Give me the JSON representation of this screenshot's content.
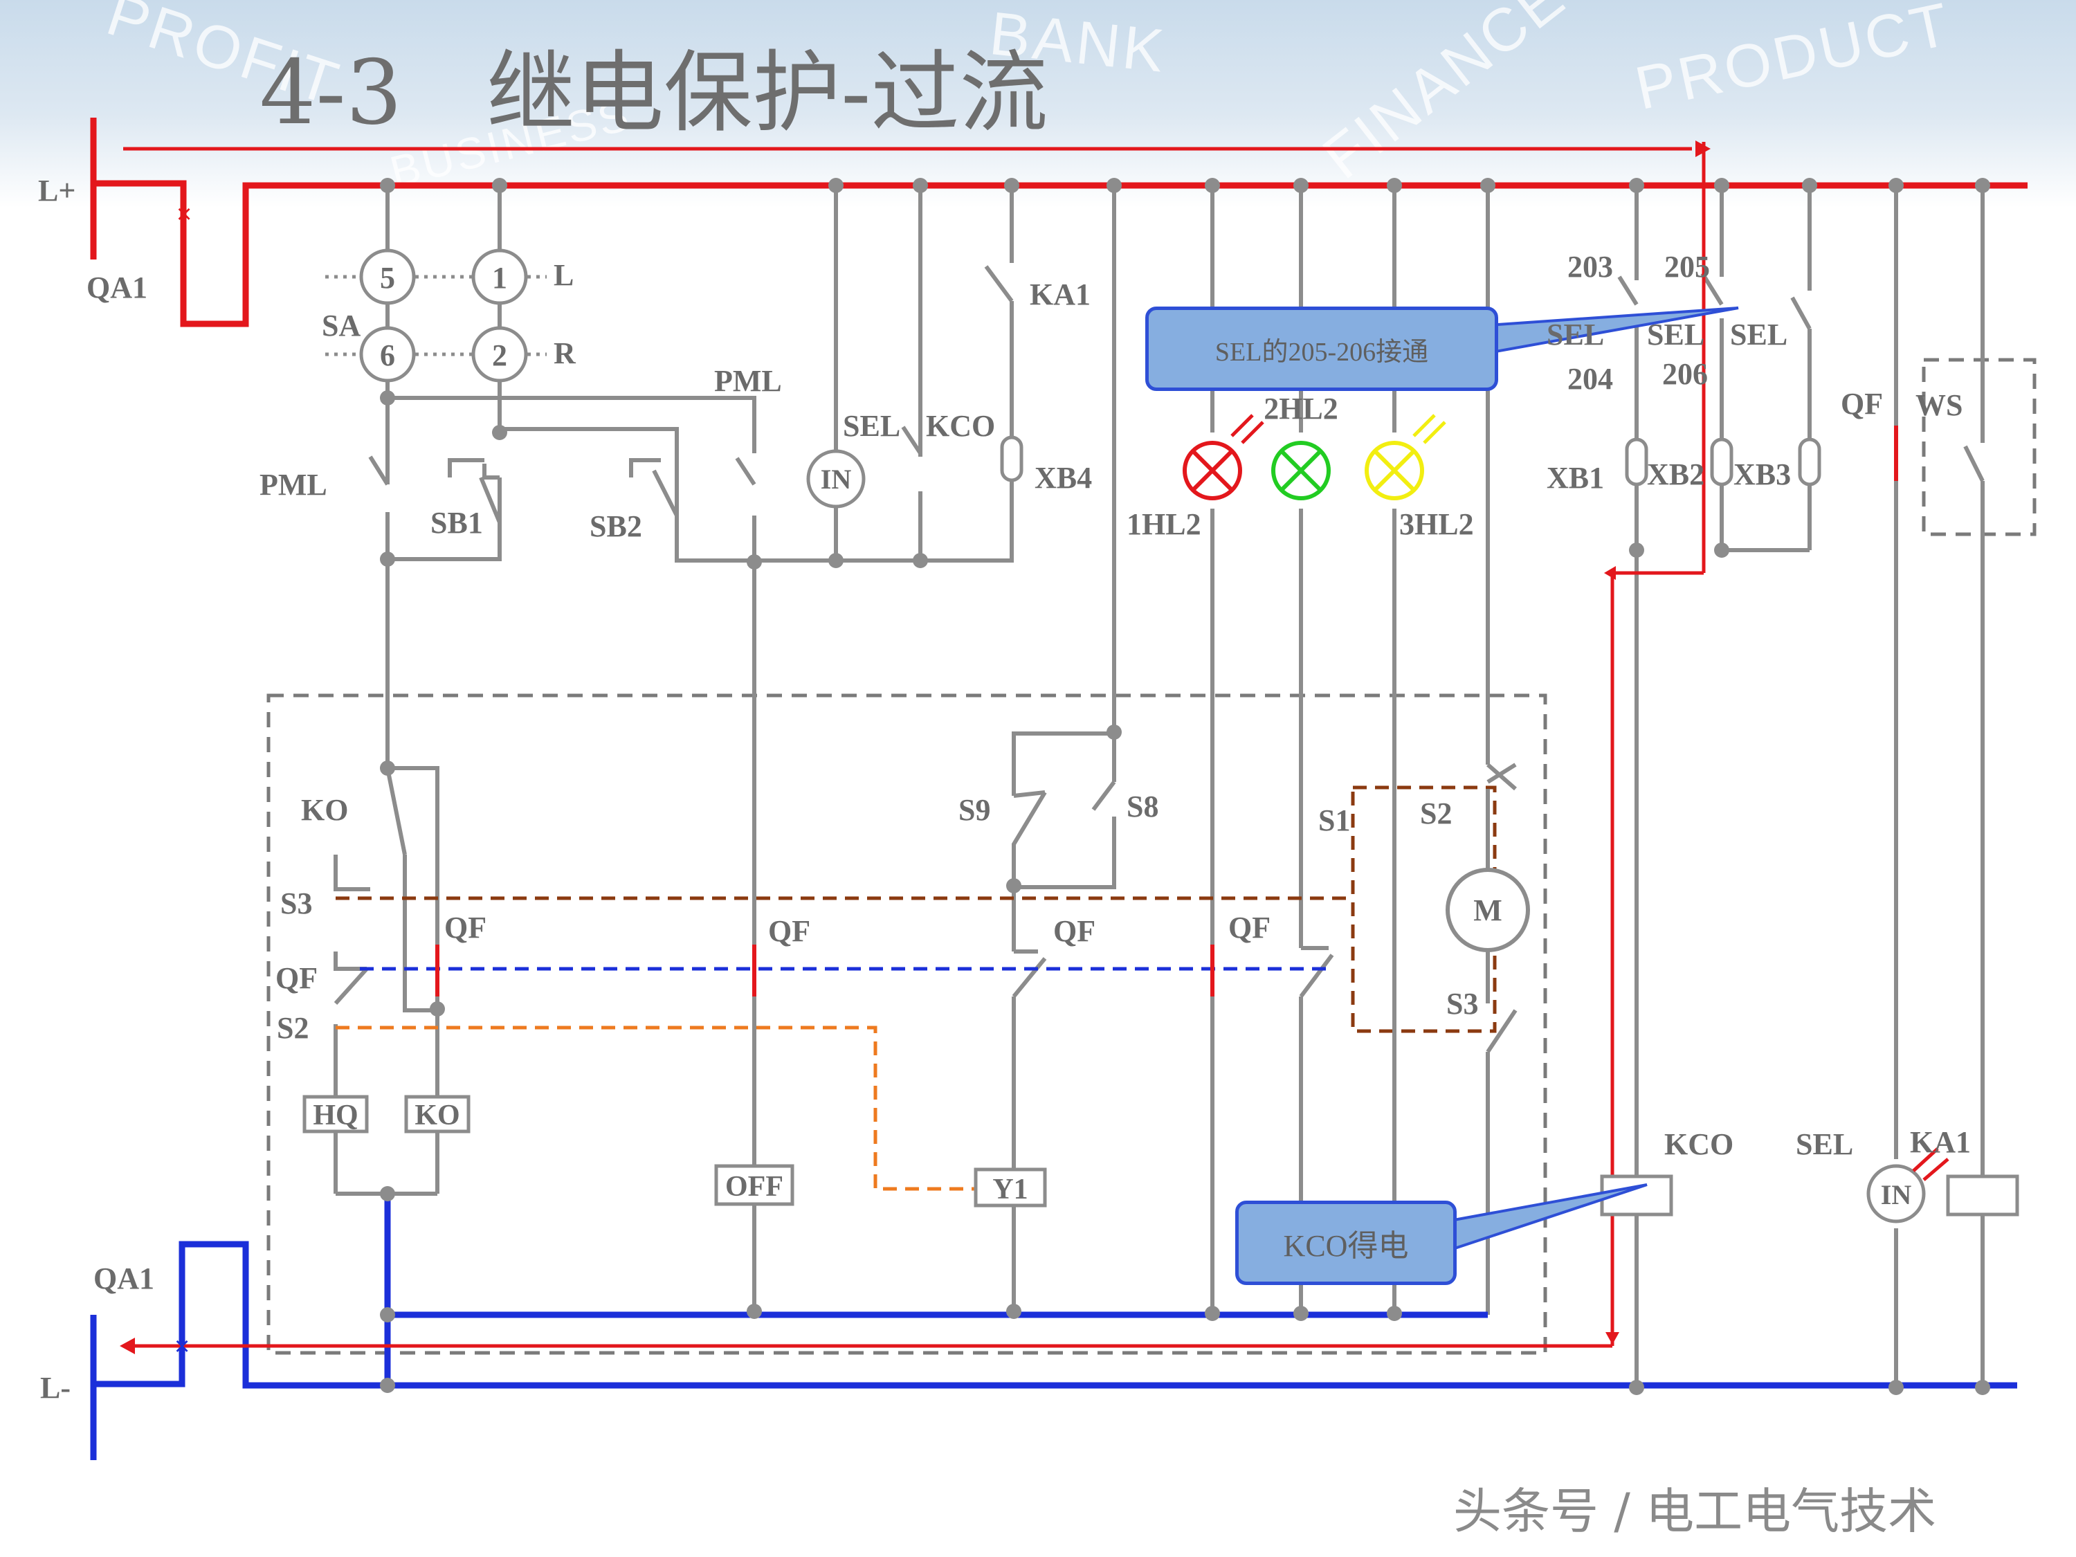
{
  "title": "4-3   继电保护-过流",
  "credit": "头条号 / 电工电气技术",
  "callouts": {
    "sel": "SEL的205-206接通",
    "kco": "KCO得电"
  },
  "watermark": [
    "PROFIT",
    "BUSINESS",
    "BANK",
    "FINANCE",
    "PRODUCT"
  ],
  "buses": {
    "plus": "L+",
    "minus": "L-",
    "breaker_top": "QA1",
    "breaker_bottom": "QA1"
  },
  "selector": {
    "name": "SA",
    "contacts": [
      "5",
      "1",
      "6",
      "2"
    ],
    "left_label": "L",
    "right_label": "R"
  },
  "labels": {
    "pml_top": "PML",
    "pml_left": "PML",
    "sb1": "SB1",
    "sb2": "SB2",
    "sel_in": "SEL",
    "kco_top": "KCO",
    "in_meter": "IN",
    "xb4": "XB4",
    "ka1": "KA1",
    "hl_1": "1HL2",
    "hl_2": "2HL2",
    "hl_3": "3HL2",
    "t203": "203",
    "t205": "205",
    "t204": "204",
    "t206": "206",
    "sel_1": "SEL",
    "sel_2": "SEL",
    "sel_3": "SEL",
    "xb1": "XB1",
    "xb2": "XB2",
    "xb3": "XB3",
    "qf_right": "QF",
    "ws": "WS",
    "ko_contact": "KO",
    "s3_left": "S3",
    "qf_left": "QF",
    "s2_left": "S2",
    "qf_1": "QF",
    "qf_2": "QF",
    "qf_3": "QF",
    "qf_4": "QF",
    "s9": "S9",
    "s8": "S8",
    "s1": "S1",
    "s2_right": "S2",
    "s3_right": "S3",
    "motor": "M",
    "coil_hq": "HQ",
    "coil_ko": "KO",
    "coil_off": "OFF",
    "coil_y1": "Y1",
    "kco_coil": "KCO",
    "sel_bottom": "SEL",
    "ka1_bottom": "KA1",
    "in_bottom": "IN"
  },
  "colors": {
    "wire": "#8c8c8c",
    "positive_bus": "#e3171c",
    "negative_bus": "#1b2fd9",
    "lamp_red": "#e3171c",
    "lamp_green": "#22cc22",
    "lamp_yellow": "#f2ee10",
    "link_brown": "#8b3a10",
    "link_blue": "#1b2fd9",
    "link_orange": "#ee7a1f"
  }
}
